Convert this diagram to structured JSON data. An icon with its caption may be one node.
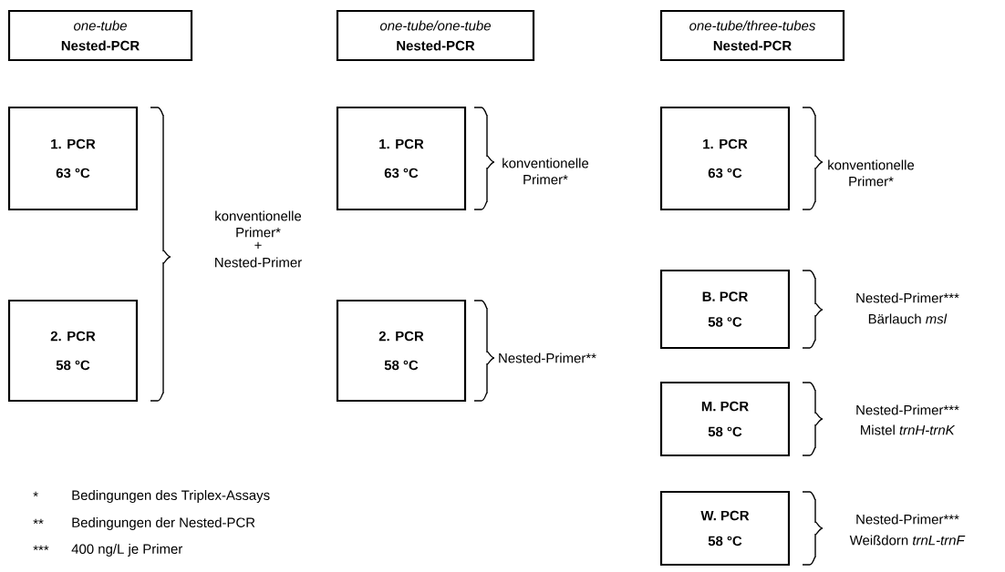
{
  "diagram": {
    "nodes": [
      {
        "text": [
          "one-tube",
          "Nested-PCR"
        ]
      },
      {
        "text": [
          "one-tube/one-tube",
          "Nested-PCR"
        ]
      },
      {
        "text": [
          "one-tube/three-tubes",
          "Nested-PCR"
        ]
      },
      {
        "text": [
          "1. PCR",
          "63 °C"
        ]
      },
      {
        "text": [
          "2. PCR",
          "58 °C"
        ]
      },
      {
        "text": [
          "1. PCR",
          "63 °C"
        ]
      },
      {
        "text": [
          "2. PCR",
          "58 °C"
        ]
      },
      {
        "text": [
          "1. PCR",
          "63 °C"
        ]
      },
      {
        "text": [
          "B. PCR",
          "58 °C"
        ]
      },
      {
        "text": [
          "M. PCR",
          "58 °C"
        ]
      },
      {
        "text": [
          "W. PCR",
          "58 °C"
        ]
      }
    ],
    "labels": [
      "konventionelle Primer*",
      "+",
      "Nested-Primer",
      "konventionelle Primer*",
      "Nested-Primer**",
      "konventionelle Primer*",
      "Nested-Primer***",
      "Bärlauch *msl*",
      "Nested-Primer***",
      "Mistel *trnH-trnK*",
      "Nested-Primer***",
      "Weißdorn *trnL-trnF*",
      "*",
      "Bedingungen des Triplex-Assays",
      "**",
      "Bedingungen der Nested-PCR",
      "***",
      "400 ng/L je Primer"
    ]
  }
}
